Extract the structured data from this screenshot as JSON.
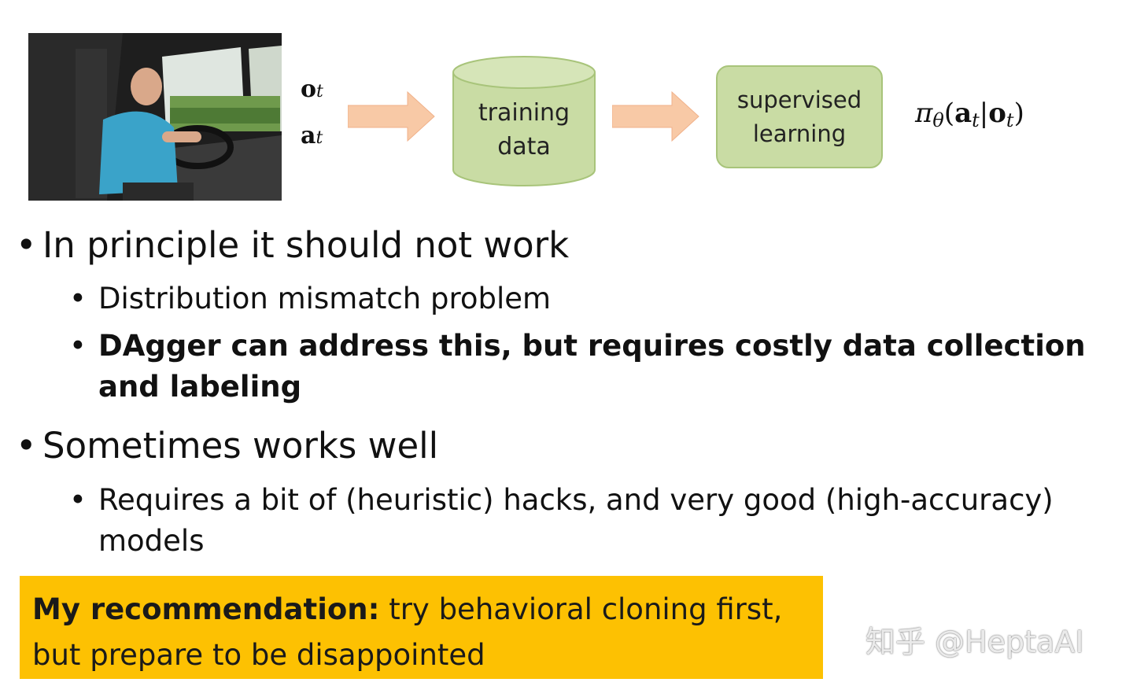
{
  "diagram": {
    "obs_symbol": "o",
    "obs_subscript": "t",
    "action_symbol": "a",
    "action_subscript": "t",
    "training_data_line1": "training",
    "training_data_line2": "data",
    "supervised_line1": "supervised",
    "supervised_line2": "learning",
    "policy_pi": "π",
    "policy_theta": "θ",
    "policy_open": "(",
    "policy_a": "a",
    "policy_a_sub": "t",
    "policy_bar": "|",
    "policy_o": "o",
    "policy_o_sub": "t",
    "policy_close": ")"
  },
  "bullets": {
    "b1": "In principle it should not work",
    "b1_sub1": "Distribution mismatch problem",
    "b1_sub2": "DAgger can address this, but requires costly data collection and labeling",
    "b2": "Sometimes works well",
    "b2_sub1": "Requires a bit of (heuristic) hacks, and very good (high-accuracy) models"
  },
  "recommendation": {
    "label": "My recommendation:",
    "text_line1": " try behavioral cloning first,",
    "text_line2": "but prepare to be disappointed"
  },
  "watermark": "知乎 @HeptaAI",
  "colors": {
    "arrow_fill": "#f8c9a6",
    "box_fill": "#c9dca4",
    "recommendation_bg": "#fdc102"
  }
}
